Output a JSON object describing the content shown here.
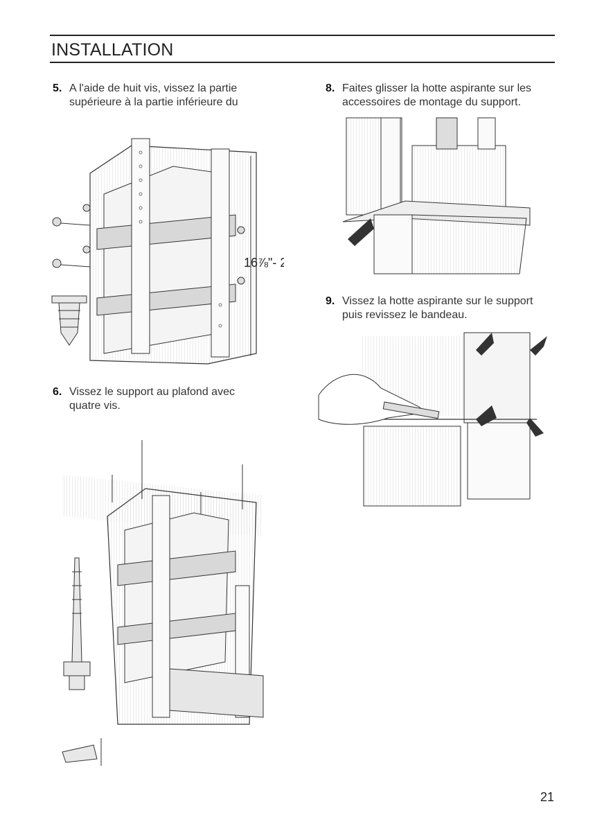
{
  "header": {
    "section_title": "INSTALLATION"
  },
  "steps": [
    {
      "num": "5.",
      "text_line1": "A l'aide de huit vis, vissez la partie",
      "text_line2": "supérieure à la partie inférieure du"
    },
    {
      "num": "6.",
      "text_line1": "Vissez le support au plafond avec",
      "text_line2": "quatre vis."
    },
    {
      "num": "8.",
      "text_line1": "Faites glisser la hotte aspirante sur les",
      "text_line2": "accessoires de montage du support."
    },
    {
      "num": "9.",
      "text_line1": "Vissez la hotte aspirante sur le support",
      "text_line2": "puis revissez le bandeau."
    }
  ],
  "figure_labels": {
    "dimension": "16⅞\"- 2"
  },
  "footer": {
    "page_number": "21"
  }
}
